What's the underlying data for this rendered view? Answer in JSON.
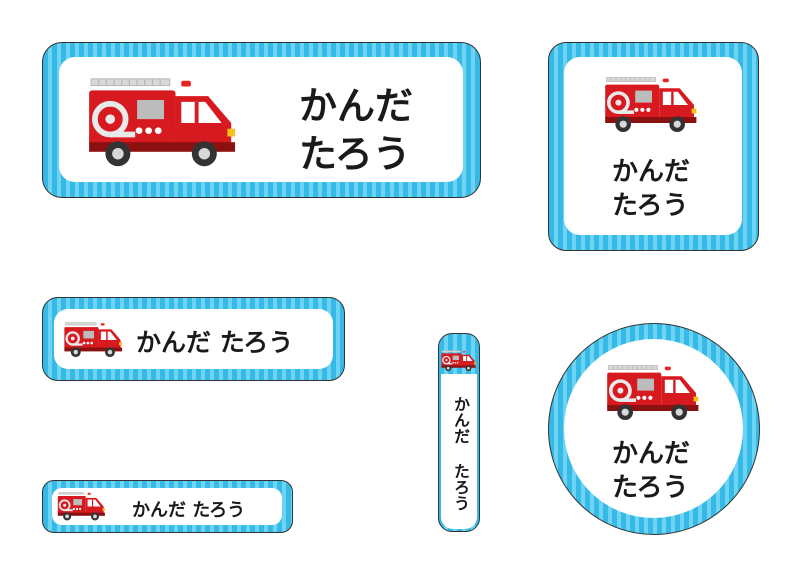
{
  "name_line1": "かんだ",
  "name_line2": "たろう",
  "name_full": "かんだ たろう",
  "icons": {
    "truck": "fire-truck-icon"
  },
  "colors": {
    "stripe_dark": "#35b9e6",
    "stripe_light": "#6fd3f3",
    "truck_red": "#d71920",
    "text": "#1a1a1a"
  }
}
